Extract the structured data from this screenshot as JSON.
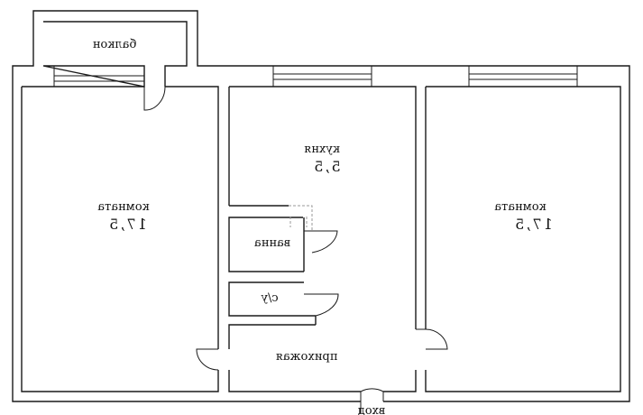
{
  "plan": {
    "balcony": {
      "label": "балкон"
    },
    "room_left": {
      "label": "комната",
      "area": "17,5"
    },
    "kitchen": {
      "label": "кухня",
      "area": "5,5"
    },
    "room_right": {
      "label": "комната",
      "area": "17,5"
    },
    "bathroom": {
      "label": "ванна"
    },
    "toilet": {
      "label": "с/у"
    },
    "hallway": {
      "label": "прихожая"
    },
    "entrance": {
      "label": "вход"
    }
  },
  "style": {
    "line_color": "#1a1a1a",
    "background": "#ffffff"
  },
  "note": "All labels appear mirrored horizontally in the original image."
}
